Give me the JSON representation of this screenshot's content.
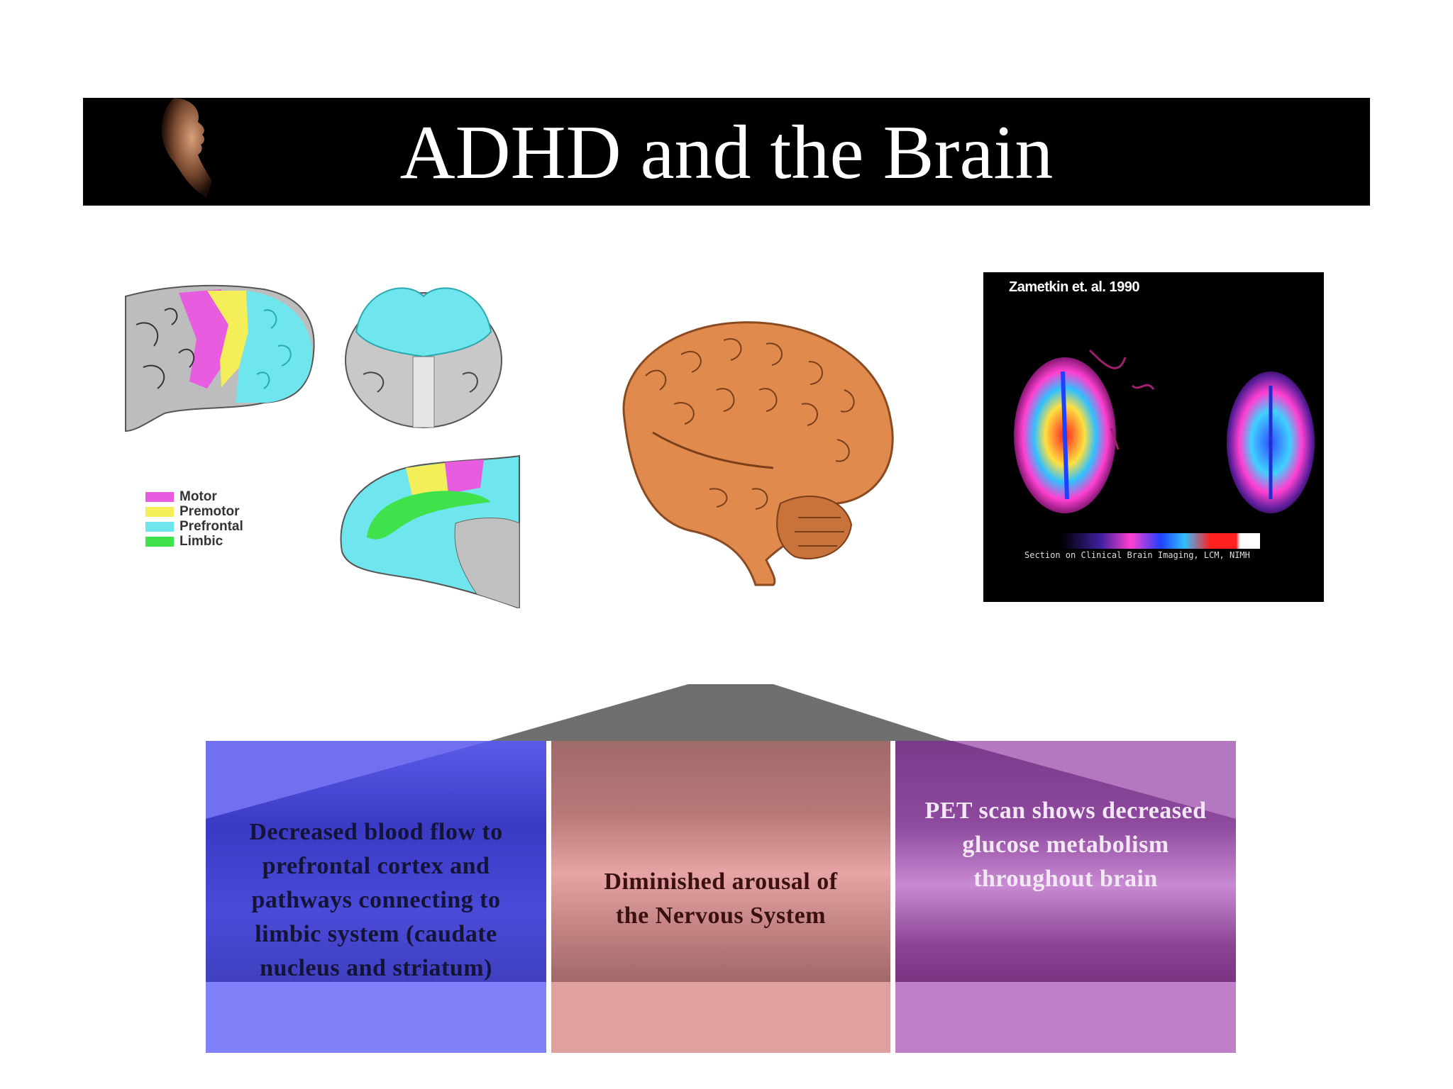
{
  "slide": {
    "title": "ADHD and the Brain"
  },
  "legend": {
    "items": [
      {
        "label": "Motor",
        "color": "#e85ce0"
      },
      {
        "label": "Premotor",
        "color": "#f4ee58"
      },
      {
        "label": "Prefrontal",
        "color": "#6fe6ee"
      },
      {
        "label": "Limbic",
        "color": "#3fe24a"
      }
    ]
  },
  "pet_scan": {
    "caption": "Zametkin et. al. 1990",
    "credit": "Section on Clinical Brain Imaging, LCM, NIMH"
  },
  "panels": [
    {
      "text": "Decreased blood flow to prefrontal cortex and pathways connecting to limbic system (caudate nucleus and striatum)"
    },
    {
      "text": "Diminished arousal of the Nervous System"
    },
    {
      "text": "PET scan shows decreased glucose metabolism throughout brain"
    }
  ]
}
